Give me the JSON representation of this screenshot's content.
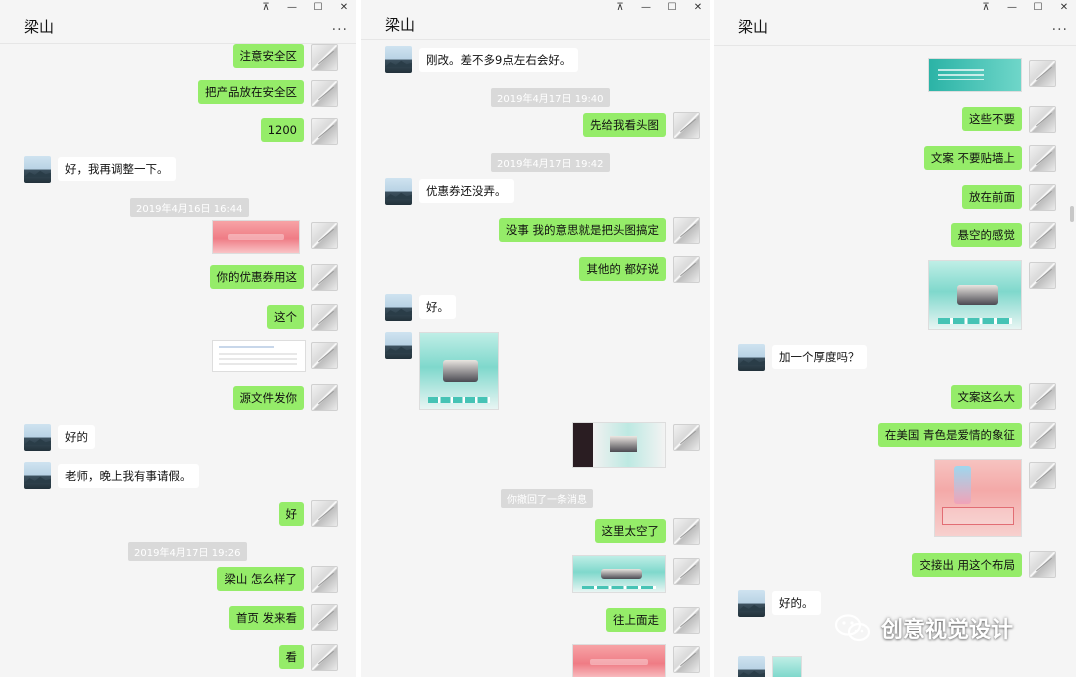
{
  "windows": [
    {
      "title": "梁山",
      "window_controls": [
        "pin-icon",
        "minimize-icon",
        "maximize-icon",
        "close-icon"
      ],
      "more": "···",
      "messages": [
        {
          "type": "text",
          "dir": "out",
          "text": "注意安全区"
        },
        {
          "type": "text",
          "dir": "out",
          "text": "把产品放在安全区"
        },
        {
          "type": "text",
          "dir": "out",
          "text": "1200"
        },
        {
          "type": "text",
          "dir": "in",
          "text": "好，我再调整一下。"
        },
        {
          "type": "time",
          "text": "2019年4月16日 16:44"
        },
        {
          "type": "image",
          "dir": "out",
          "style": "pink"
        },
        {
          "type": "text",
          "dir": "out",
          "text": "你的优惠券用这"
        },
        {
          "type": "text",
          "dir": "out",
          "text": "这个"
        },
        {
          "type": "image",
          "dir": "out",
          "style": "shot"
        },
        {
          "type": "text",
          "dir": "out",
          "text": "源文件发你"
        },
        {
          "type": "text",
          "dir": "in",
          "text": "好的"
        },
        {
          "type": "text",
          "dir": "in",
          "text": "老师，晚上我有事请假。"
        },
        {
          "type": "text",
          "dir": "out",
          "text": "好"
        },
        {
          "type": "time",
          "text": "2019年4月17日 19:26"
        },
        {
          "type": "text",
          "dir": "out",
          "text": "梁山  怎么样了"
        },
        {
          "type": "text",
          "dir": "out",
          "text": "首页  发来看"
        },
        {
          "type": "text",
          "dir": "out",
          "text": "看"
        }
      ]
    },
    {
      "title": "梁山",
      "window_controls": [
        "pin-icon",
        "minimize-icon",
        "maximize-icon",
        "close-icon"
      ],
      "messages": [
        {
          "type": "text",
          "dir": "in",
          "text": "刚改。差不多9点左右会好。"
        },
        {
          "type": "time",
          "text": "2019年4月17日 19:40"
        },
        {
          "type": "text",
          "dir": "out",
          "text": "先给我看头图"
        },
        {
          "type": "time",
          "text": "2019年4月17日 19:42"
        },
        {
          "type": "text",
          "dir": "in",
          "text": "优惠券还没弄。"
        },
        {
          "type": "text",
          "dir": "out",
          "text": "没事 我的意思就是把头图搞定"
        },
        {
          "type": "text",
          "dir": "out",
          "text": "其他的  都好说"
        },
        {
          "type": "text",
          "dir": "in",
          "text": "好。"
        },
        {
          "type": "image",
          "dir": "in",
          "style": "teal"
        },
        {
          "type": "image",
          "dir": "out",
          "style": "mixed"
        },
        {
          "type": "time",
          "text": "你撤回了一条消息"
        },
        {
          "type": "text",
          "dir": "out",
          "text": "这里太空了"
        },
        {
          "type": "image",
          "dir": "out",
          "style": "teal"
        },
        {
          "type": "text",
          "dir": "out",
          "text": "往上面走"
        },
        {
          "type": "image",
          "dir": "out",
          "style": "pink"
        }
      ]
    },
    {
      "title": "梁山",
      "window_controls": [
        "pin-icon",
        "minimize-icon",
        "maximize-icon",
        "close-icon"
      ],
      "more": "···",
      "messages": [
        {
          "type": "image",
          "dir": "out",
          "style": "tealbar"
        },
        {
          "type": "text",
          "dir": "out",
          "text": "这些不要"
        },
        {
          "type": "text",
          "dir": "out",
          "text": "文案  不要贴墙上"
        },
        {
          "type": "text",
          "dir": "out",
          "text": "放在前面"
        },
        {
          "type": "text",
          "dir": "out",
          "text": "悬空的感觉"
        },
        {
          "type": "image",
          "dir": "out",
          "style": "teal"
        },
        {
          "type": "text",
          "dir": "in",
          "text": "加一个厚度吗？"
        },
        {
          "type": "text",
          "dir": "out",
          "text": "文案这么大"
        },
        {
          "type": "text",
          "dir": "out",
          "text": "在美国  青色是爱情的象征"
        },
        {
          "type": "image",
          "dir": "out",
          "style": "pinkfull"
        },
        {
          "type": "text",
          "dir": "out",
          "text": "交接出 用这个布局"
        },
        {
          "type": "text",
          "dir": "in",
          "text": "好的。"
        },
        {
          "type": "image",
          "dir": "in",
          "style": "small"
        }
      ]
    }
  ],
  "watermark": {
    "text": "创意视觉设计",
    "icon": "wechat-icon"
  }
}
